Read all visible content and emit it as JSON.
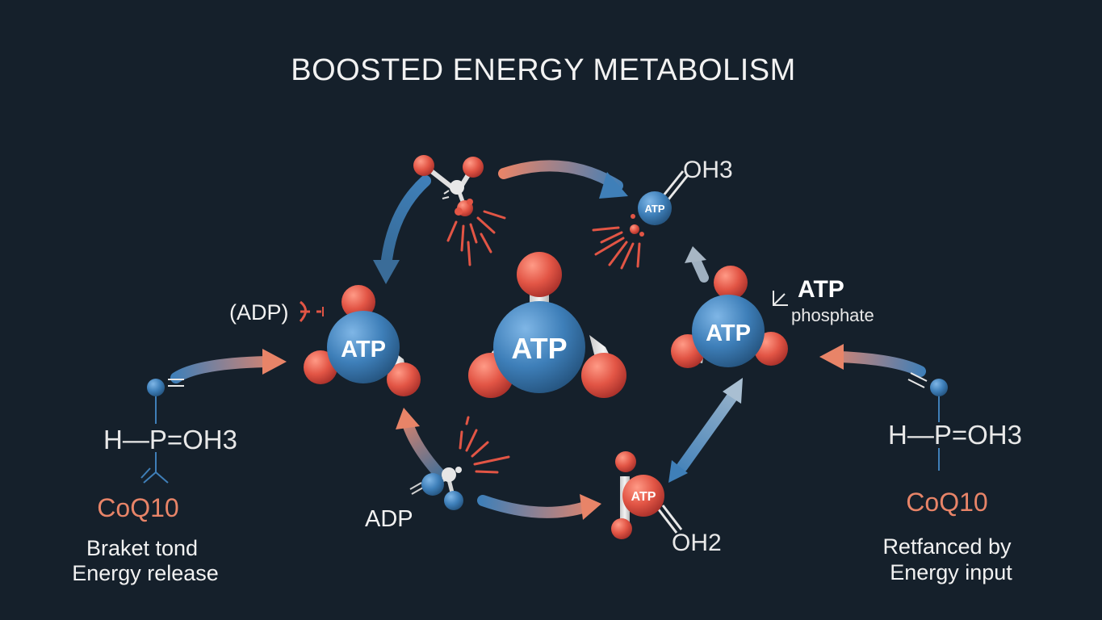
{
  "title": "BOOSTED ENERGY METABOLISM",
  "labels": {
    "atp": "ATP",
    "adp": "ADP",
    "adp_paren": "(ADP)",
    "atp_side": "ATP",
    "phosphate": "phosphate",
    "oh3_top": "OH3",
    "oh2_bottom": "OH2",
    "left_formula": "H—P=OH3",
    "right_formula": "H—P=OH3",
    "left_coq": "CoQ10",
    "right_coq": "CoQ10",
    "left_caption_1": "Braket tond",
    "left_caption_2": "Energy release",
    "right_caption_1": "Retfanced by",
    "right_caption_2": "Energy input"
  },
  "colors": {
    "background": "#15202b",
    "blue": "#3f7fb8",
    "red": "#e25545",
    "salmon": "#e88468",
    "white": "#f2f2f2"
  }
}
